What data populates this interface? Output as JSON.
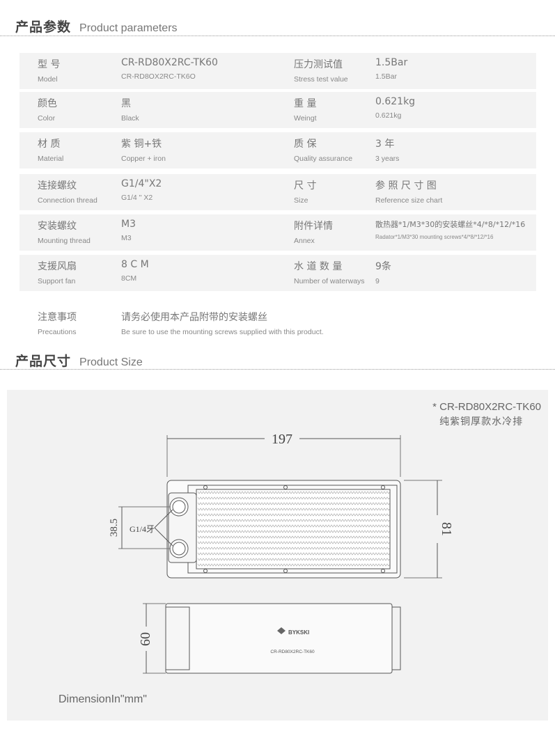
{
  "params_section": {
    "cn": "产品参数",
    "en": "Product parameters"
  },
  "params": [
    {
      "l_cn": "型 号",
      "l_en": "Model",
      "l_val": "CR-RD80X2RC-TK60",
      "l_val_en": "CR-RD8OX2RC-TK6O",
      "r_cn": "压力测试值",
      "r_en": "Stress test value",
      "r_val": "1.5Bar",
      "r_val_en": "1.5Bar"
    },
    {
      "l_cn": "颜色",
      "l_en": "Color",
      "l_val": "黑",
      "l_val_en": "Black",
      "r_cn": "重 量",
      "r_en": "Weingt",
      "r_val": "0.621kg",
      "r_val_en": "0.621kg"
    },
    {
      "l_cn": "材 质",
      "l_en": "Material",
      "l_val": "紫 铜+铁",
      "l_val_en": "Copper + iron",
      "r_cn": "质 保",
      "r_en": "Quality assurance",
      "r_val": "3 年",
      "r_val_en": "3 years"
    },
    {
      "l_cn": "连接螺纹",
      "l_en": "Connection thread",
      "l_val": "G1/4\"X2",
      "l_val_en": "G1/4 \" X2",
      "r_cn": "尺 寸",
      "r_en": "Size",
      "r_val": "参 照 尺 寸 图",
      "r_val_en": "Reference size chart"
    },
    {
      "l_cn": "安装螺纹",
      "l_en": "Mounting thread",
      "l_val": "M3",
      "l_val_en": "M3",
      "r_cn": "附件详情",
      "r_en": "Annex",
      "r_val": "散热器*1/M3*30的安装螺丝*4/*8/*12/*16",
      "r_val_en": "Radator*1/M3*30 mounting screws*4/*8/*12/*16"
    },
    {
      "l_cn": "支援风扇",
      "l_en": "Support fan",
      "l_val": "8 C M",
      "l_val_en": "8CM",
      "r_cn": "水 道 数 量",
      "r_en": "Number of waterways",
      "r_val": "9条",
      "r_val_en": "9"
    }
  ],
  "precautions": {
    "cn": "注意事项",
    "en": "Precautions",
    "val": "请务必使用本产品附带的安装螺丝",
    "val_en": "Be sure to use the mounting screws supplied with this product."
  },
  "size_section": {
    "cn": "产品尺寸",
    "en": "Product Size"
  },
  "diagram": {
    "model": "* CR-RD80X2RC-TK60",
    "desc": "纯紫铜厚款水冷排",
    "dim_width": "197",
    "dim_height": "81",
    "dim_ports": "38.5",
    "port_label": "G1/4牙",
    "dim_thickness": "60",
    "brand": "BYKSKI",
    "side_model": "CR-RD80X2RC-TK60",
    "unit_note": "DimensionIn\"mm\""
  }
}
